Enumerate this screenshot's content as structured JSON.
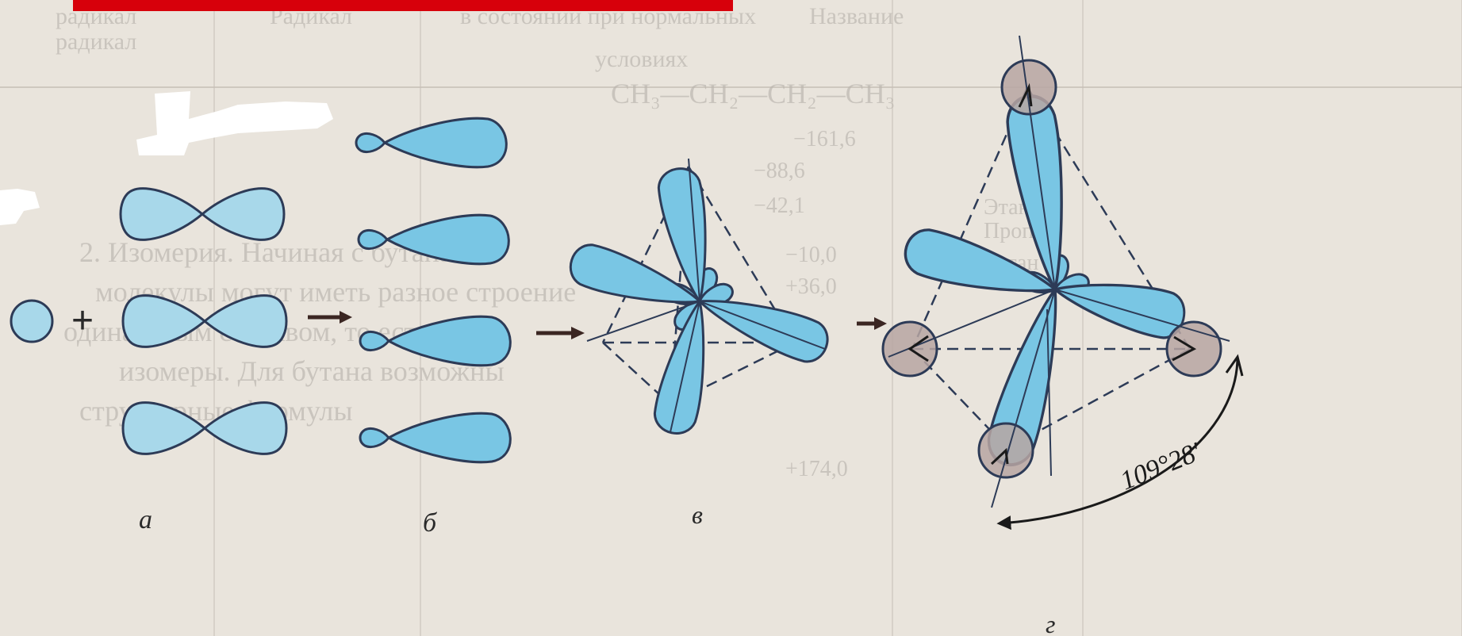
{
  "colors": {
    "orbital_fill": "#a8d8ea",
    "hybrid_fill": "#79c6e4",
    "outline": "#2d3b57",
    "h_atom": "#b7a6a2",
    "redaction_bar": "#d7000b",
    "arrow": "#3b2622"
  },
  "labels": {
    "a": "а",
    "b": "б",
    "v": "в",
    "g": "г",
    "angle": "109°28′"
  },
  "background_text": {
    "header_col1": "радикал",
    "header_col2": "Радикал",
    "header_col3": "в состоянии при нормальных",
    "header_col3b": "условиях",
    "header_col4": "Название",
    "row_line1": "−161,6",
    "row_line2": "−88,6",
    "row_line3": "−42,1",
    "row_line4": "−10,0",
    "row_line5": "+36,0",
    "row_line6": "+174,0",
    "body_line1": "2. Изомерия. Начиная с бутана",
    "body_line2": "молекулы могут иметь разное строение",
    "body_line3": "одинаковым составом, то есть",
    "body_line4": "изомеры. Для бутана возможны",
    "body_line5": "структурные формулы",
    "body_line6": "CH₃—CH₂—CH₂—CH₃",
    "side_word1": "Этан",
    "side_word2": "Пропан",
    "side_word3": "Бутан"
  }
}
